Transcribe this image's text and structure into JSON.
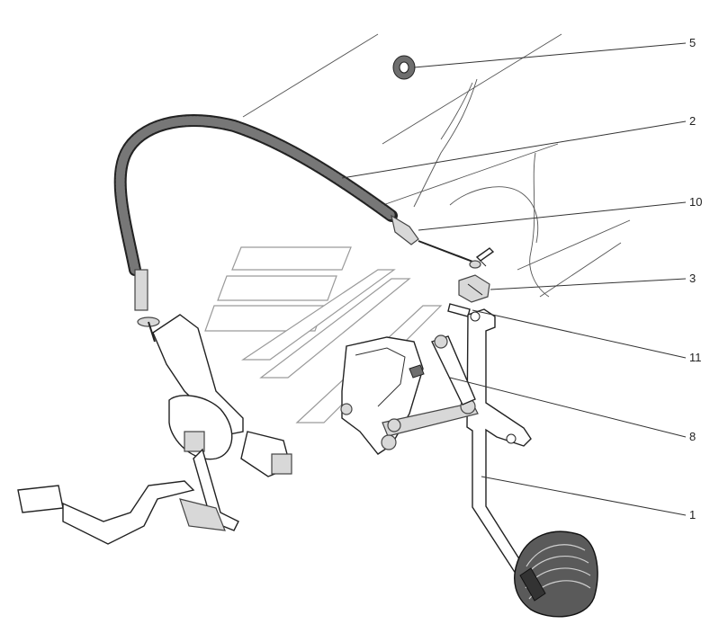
{
  "diagram": {
    "callouts": [
      {
        "id": "5",
        "text": "5"
      },
      {
        "id": "2",
        "text": "2"
      },
      {
        "id": "10",
        "text": "10"
      },
      {
        "id": "3",
        "text": "3"
      },
      {
        "id": "11",
        "text": "11"
      },
      {
        "id": "8",
        "text": "8"
      },
      {
        "id": "1",
        "text": "1"
      }
    ]
  }
}
